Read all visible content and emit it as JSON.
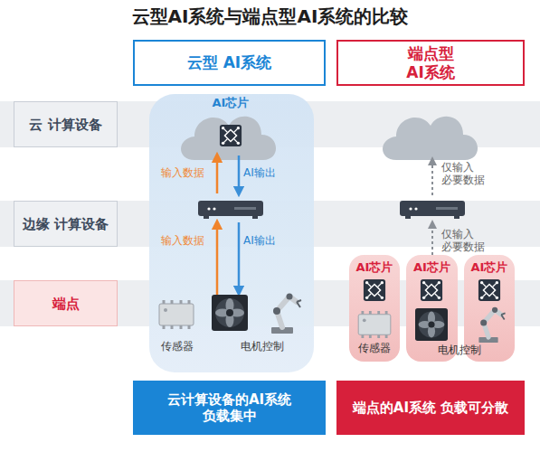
{
  "diagram": {
    "title": "云型AI系统与端点型AI系统的比较",
    "nodes": [
      {
        "text": [
          "云型 AI系统"
        ]
      },
      {
        "text": [
          "端点型 AI系统"
        ]
      },
      {
        "text": [
          "云 计算设备"
        ]
      },
      {
        "text": [
          "边缘 计算设备"
        ]
      },
      {
        "text": [
          "端点"
        ]
      },
      {
        "text": [
          "AI芯片",
          "输入数据",
          "AI输出",
          "输入数据",
          "AI输出",
          "传感器",
          "电机控制"
        ]
      },
      {
        "text": [
          "AI芯片",
          "传感器"
        ]
      },
      {
        "text": [
          "AI芯片"
        ]
      },
      {
        "text": [
          "AI芯片"
        ]
      },
      {
        "text": [
          "云计算设备的AI系统 负载集中"
        ]
      },
      {
        "text": [
          "端点的AI系统 负载可分散"
        ]
      }
    ],
    "labels": [
      "仅输入 必要数据",
      "仅输入 必要数据",
      "电机控制"
    ]
  }
}
